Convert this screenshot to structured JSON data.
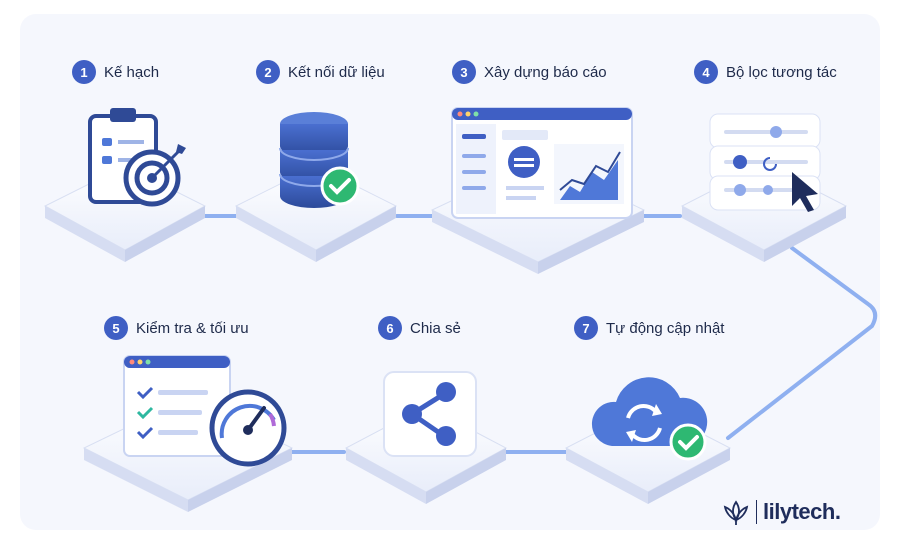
{
  "steps": [
    {
      "number": "1",
      "label": "Kế hạch"
    },
    {
      "number": "2",
      "label": "Kết nối dữ liệu"
    },
    {
      "number": "3",
      "label": "Xây dựng báo cáo"
    },
    {
      "number": "4",
      "label": "Bộ lọc tương tác"
    },
    {
      "number": "5",
      "label": "Kiểm tra & tối ưu"
    },
    {
      "number": "6",
      "label": "Chia sẻ"
    },
    {
      "number": "7",
      "label": "Tự động cập nhật"
    }
  ],
  "icons": [
    "clipboard-target-icon",
    "database-check-icon",
    "dashboard-report-icon",
    "filter-sliders-icon",
    "checklist-gauge-icon",
    "share-icon",
    "cloud-sync-icon"
  ],
  "brand": {
    "name": "lilytech",
    "dot": "."
  },
  "colors": {
    "accent": "#3f5fc4",
    "connector": "#8fb0f0",
    "check": "#2eb872",
    "tile": "#e4e9f8"
  }
}
